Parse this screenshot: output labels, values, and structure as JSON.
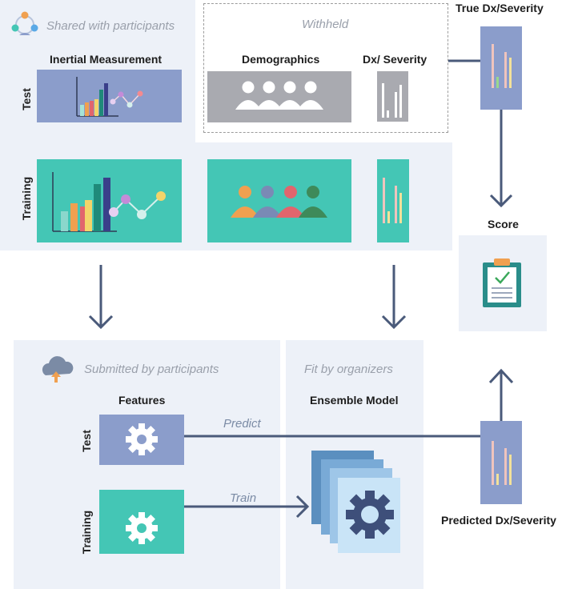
{
  "shared": {
    "title": "Shared with participants",
    "inertial_label": "Inertial Measurement"
  },
  "withheld": {
    "title": "Withheld",
    "demographics_label": "Demographics",
    "dx_label": "Dx/ Severity"
  },
  "rows": {
    "test": "Test",
    "training": "Training"
  },
  "true_dx": {
    "label": "True Dx/Severity"
  },
  "score": {
    "label": "Score"
  },
  "submitted": {
    "title": "Submitted by participants",
    "features_label": "Features"
  },
  "fit": {
    "title": "Fit by organizers",
    "ensemble_label": "Ensemble Model"
  },
  "edges": {
    "predict": "Predict",
    "train": "Train"
  },
  "predicted_dx": {
    "label": "Predicted Dx/Severity"
  },
  "colors": {
    "panel": "#edf1f8",
    "blue_box": "#8b9dcb",
    "grey_box": "#a9aab0",
    "teal_box": "#44c6b5",
    "arrow": "#4a5a7a",
    "score_teal": "#2a8d8a"
  },
  "icons": {
    "shared": "people-cycle-icon",
    "withheld_people": "people-group-icon",
    "submitted": "cloud-upload-icon",
    "score": "clipboard-check-icon",
    "features": "gear-icon",
    "ensemble": "gear-stack-icon"
  }
}
